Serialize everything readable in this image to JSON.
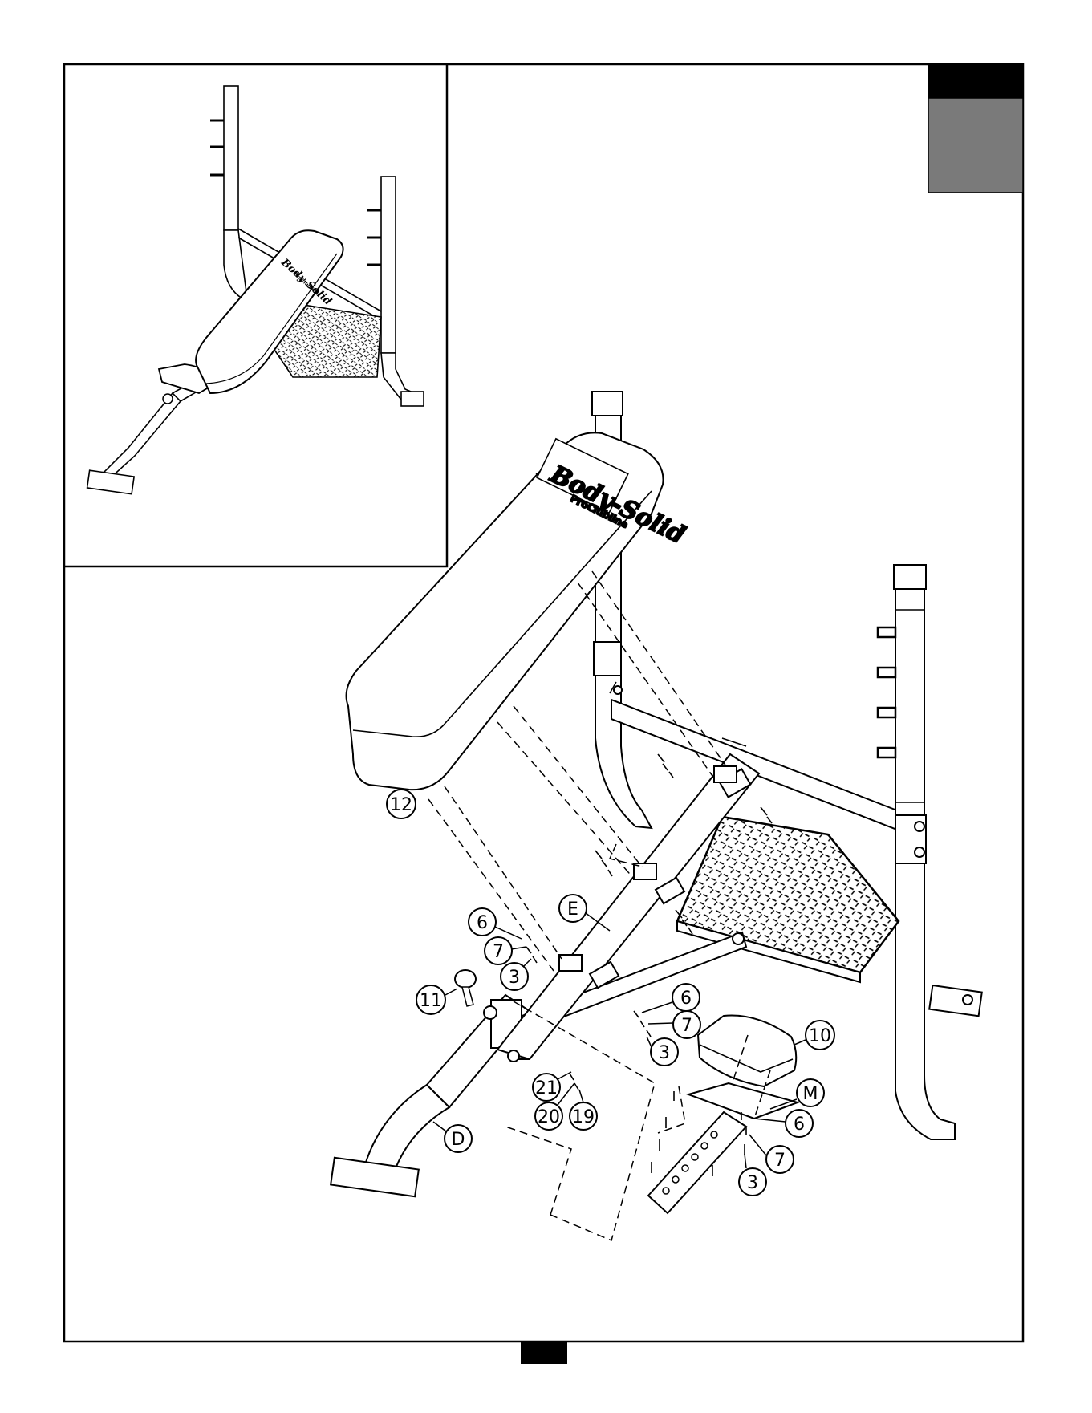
{
  "branding": {
    "logo_script": "Body-Solid",
    "logo_sub": "ProClubline"
  },
  "callouts": {
    "c12": "12",
    "cE": "E",
    "c6a": "6",
    "c7a": "7",
    "c3a": "3",
    "c11": "11",
    "c6b": "6",
    "c7b": "7",
    "c3b": "3",
    "c10": "10",
    "cM": "M",
    "c6c": "6",
    "c7c": "7",
    "c3c": "3",
    "c21": "21",
    "c20": "20",
    "c19": "19",
    "cD": "D"
  },
  "colors": {
    "ink": "#000000",
    "tab_dark": "#000000",
    "tab_grey": "#7a7a7a",
    "paper": "#ffffff"
  },
  "icons": {
    "tread_plate": "diamond-tread-icon",
    "bolt": "bolt-icon",
    "knob": "pop-pin-knob-icon"
  }
}
